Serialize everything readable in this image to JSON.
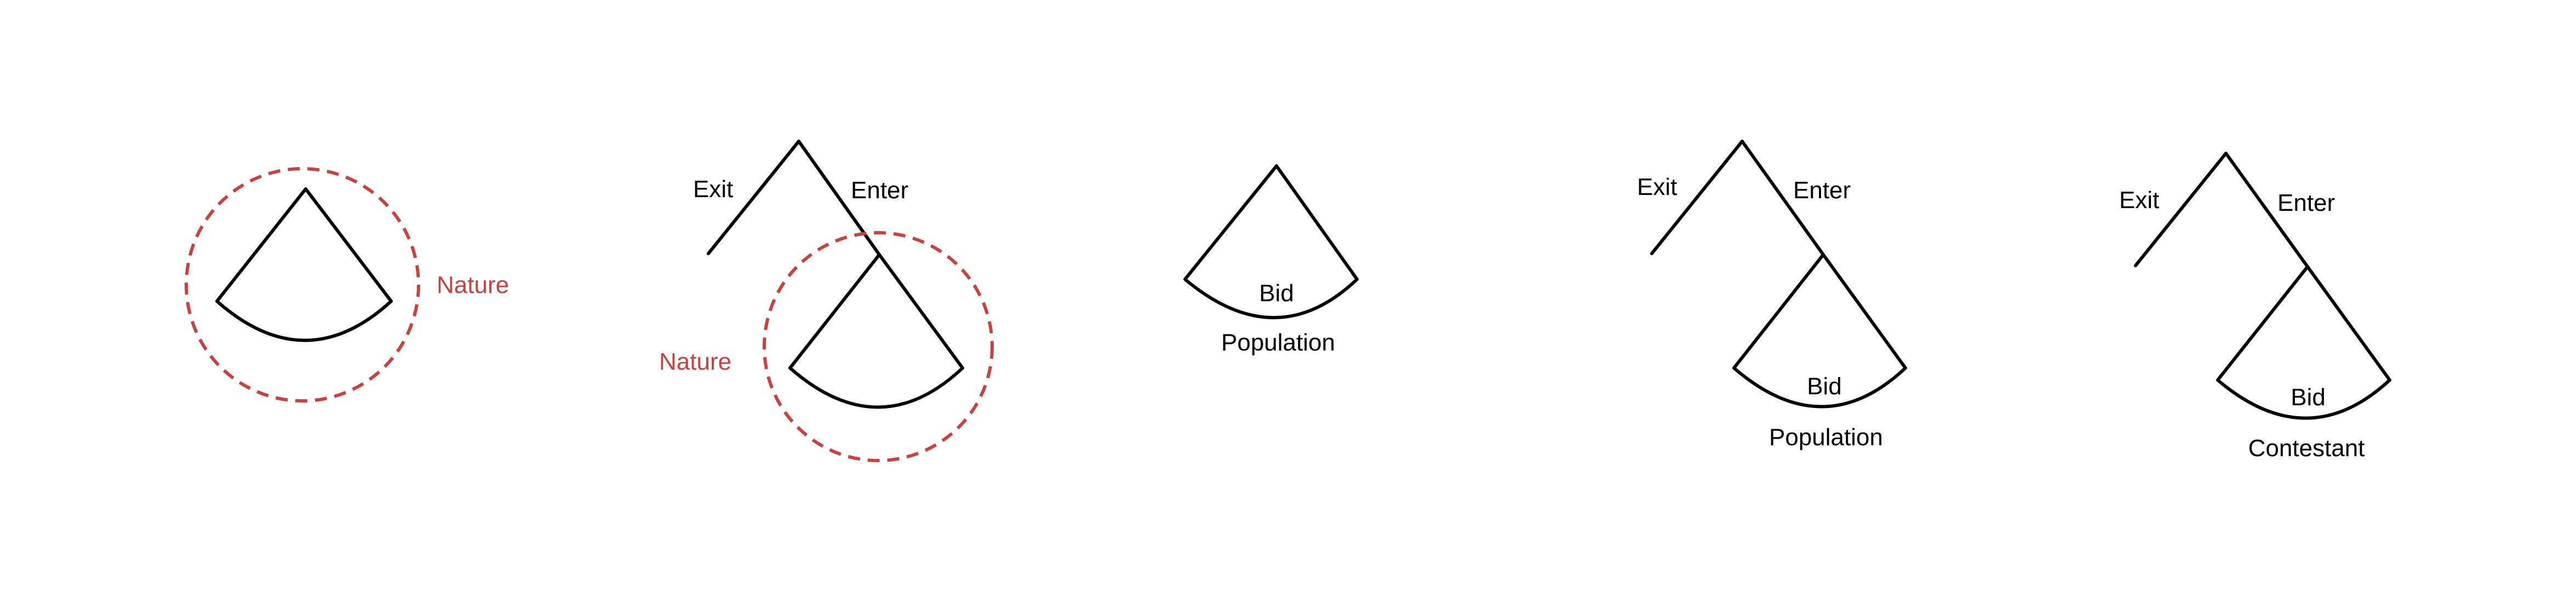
{
  "colors": {
    "ink": "#000000",
    "nature": "#c9423f"
  },
  "panels": [
    {
      "id": "p1",
      "nature_label": "Nature"
    },
    {
      "id": "p2",
      "exit_label": "Exit",
      "enter_label": "Enter",
      "nature_label": "Nature"
    },
    {
      "id": "p3",
      "bid_label": "Bid",
      "sub_label": "Population"
    },
    {
      "id": "p4",
      "exit_label": "Exit",
      "enter_label": "Enter",
      "bid_label": "Bid",
      "sub_label": "Population"
    },
    {
      "id": "p5",
      "exit_label": "Exit",
      "enter_label": "Enter",
      "bid_label": "Bid",
      "sub_label": "Contestant"
    }
  ]
}
